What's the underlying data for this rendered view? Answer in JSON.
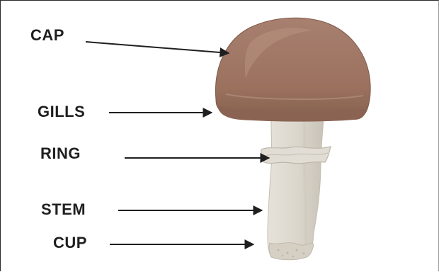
{
  "diagram": {
    "labels": {
      "cap": "CAP",
      "gills": "GILLS",
      "ring": "RING",
      "stem": "STEM",
      "cup": "CUP"
    },
    "colors": {
      "cap": "#a07662",
      "cap_highlight": "#b48b77",
      "cap_shadow": "#8b6150",
      "stem": "#dedad2",
      "stem_shadow": "#c9c3b8",
      "arrow": "#1f1f1f",
      "text": "#1f1f1f"
    }
  }
}
